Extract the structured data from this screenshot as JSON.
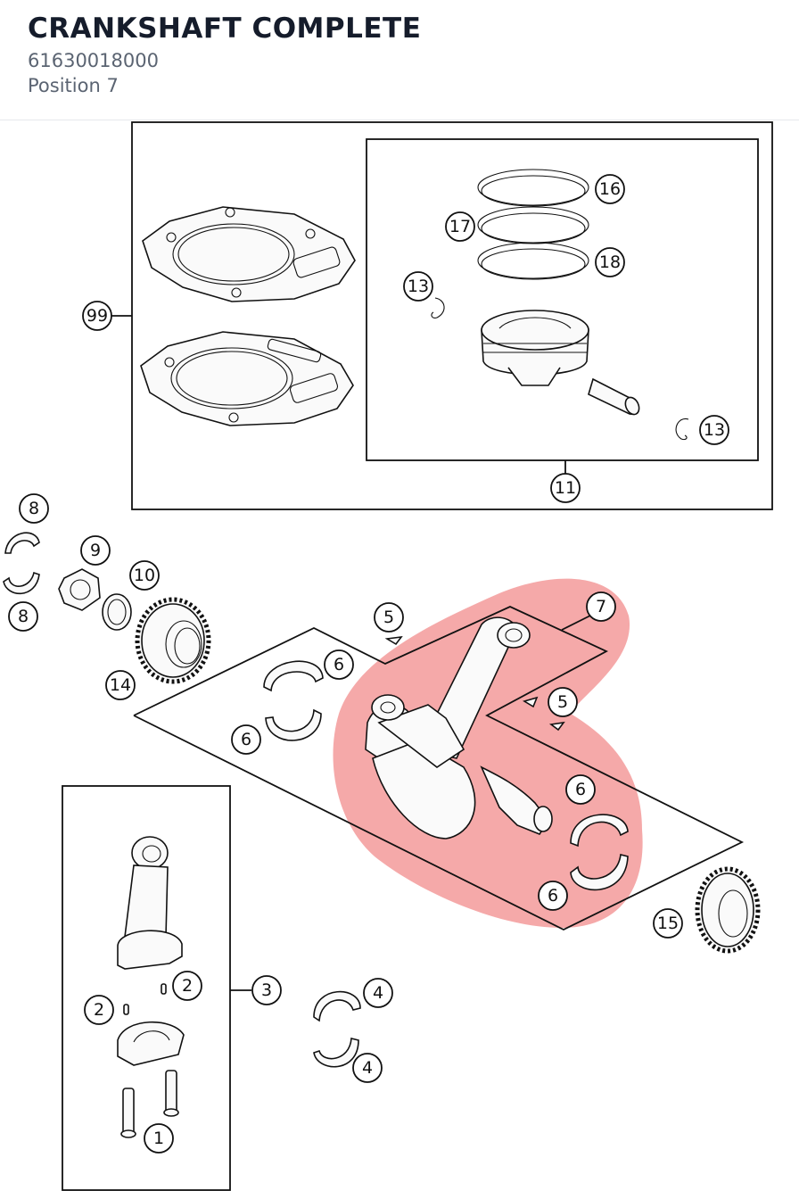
{
  "header": {
    "title": "CRANKSHAFT COMPLETE",
    "part_number": "61630018000",
    "position": "Position 7"
  },
  "highlight_color": "#f08080",
  "callouts": {
    "c1": "1",
    "c2a": "2",
    "c2b": "2",
    "c3": "3",
    "c4a": "4",
    "c4b": "4",
    "c5a": "5",
    "c5b": "5",
    "c6a": "6",
    "c6b": "6",
    "c6c": "6",
    "c6d": "6",
    "c7": "7",
    "c8a": "8",
    "c8b": "8",
    "c9": "9",
    "c10": "10",
    "c11": "11",
    "c13a": "13",
    "c13b": "13",
    "c14": "14",
    "c15": "15",
    "c16": "16",
    "c17": "17",
    "c18": "18",
    "c99": "99"
  }
}
